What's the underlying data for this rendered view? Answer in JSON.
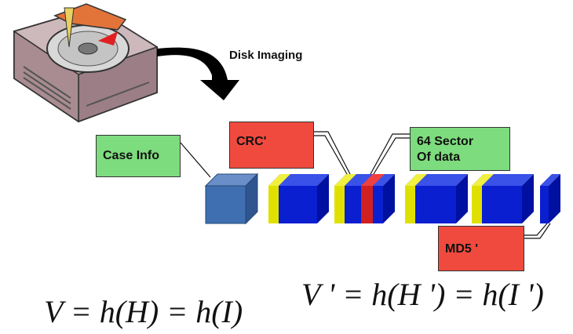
{
  "arrow_label": "Disk Imaging",
  "boxes": {
    "case_info": "Case Info",
    "crc": "CRC'",
    "sector": [
      "64 Sector",
      "Of data"
    ],
    "md5": "MD5 '"
  },
  "formulas": {
    "original": "V = h(H) = h(I)",
    "image": "V ' = h(H ') = h(I ')"
  },
  "colors": {
    "case_block": "#3f6fb0",
    "data_block": "#0a1fd0",
    "header_strip": "#e0e000",
    "crc_strip": "#d02020",
    "label_green": "#7ddc7d",
    "label_red": "#f04a3e"
  }
}
